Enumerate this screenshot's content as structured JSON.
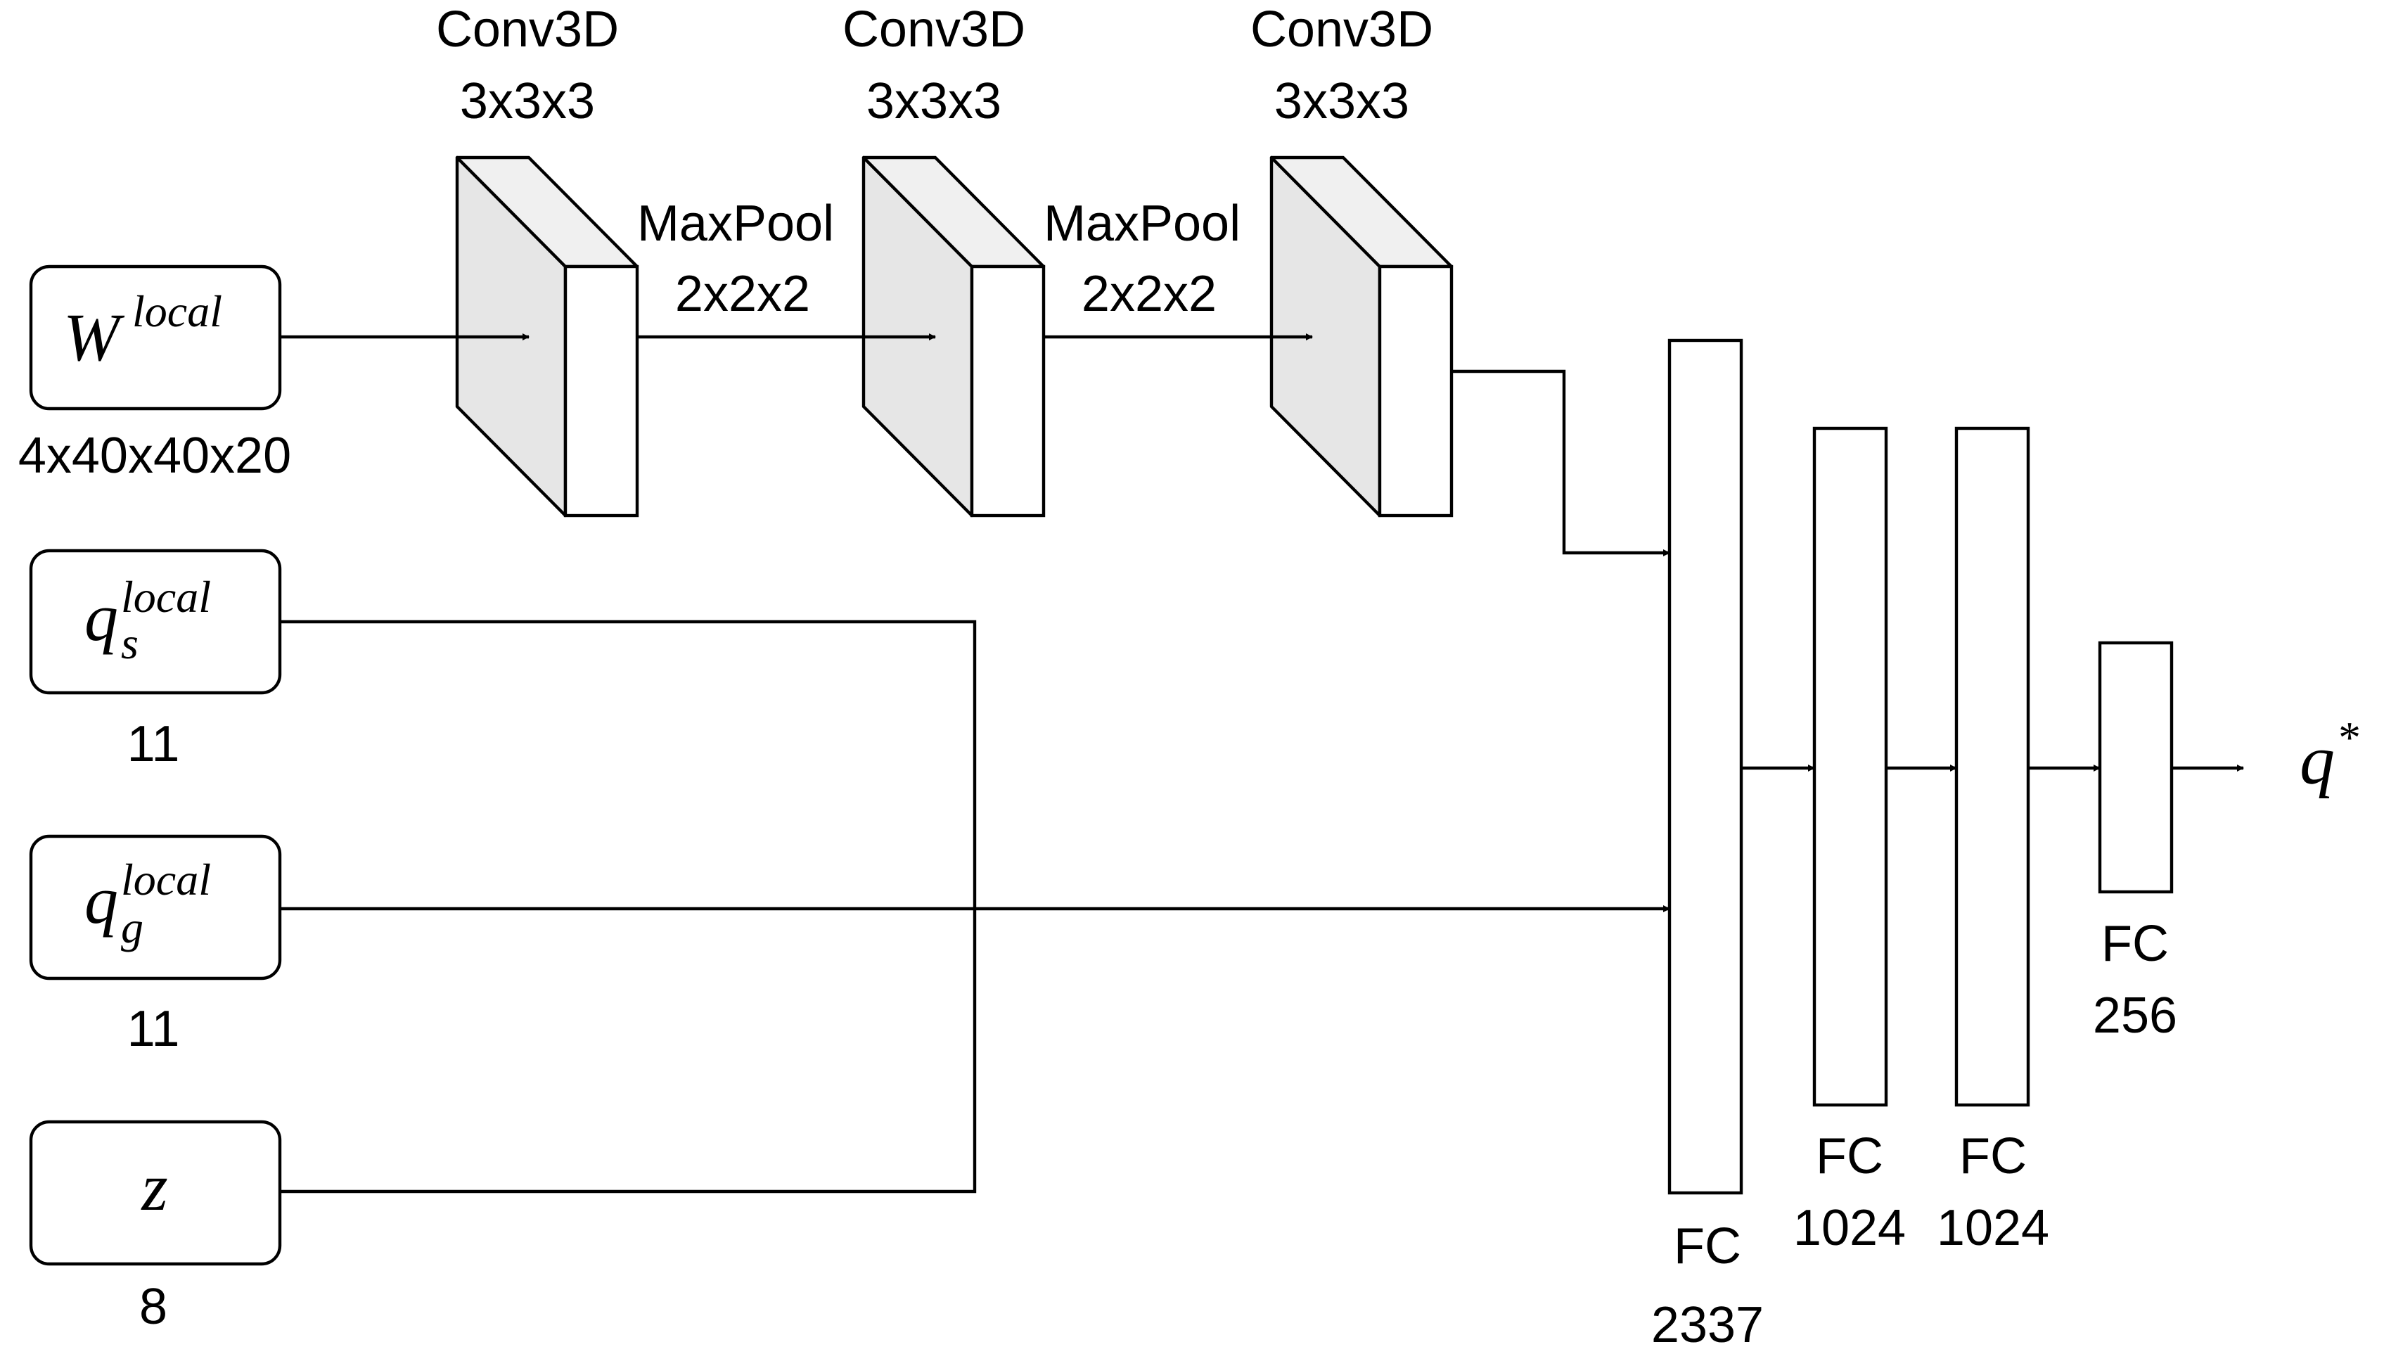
{
  "inputs": [
    {
      "symbol": "W",
      "superscript": "local",
      "subscript": "",
      "size": "4x40x40x20"
    },
    {
      "symbol": "q",
      "superscript": "local",
      "subscript": "s",
      "size": "11"
    },
    {
      "symbol": "q",
      "superscript": "local",
      "subscript": "g",
      "size": "11"
    },
    {
      "symbol": "z",
      "superscript": "",
      "subscript": "",
      "size": "8"
    }
  ],
  "conv_layers": [
    {
      "name": "Conv3D",
      "kernel": "3x3x3"
    },
    {
      "name": "Conv3D",
      "kernel": "3x3x3"
    },
    {
      "name": "Conv3D",
      "kernel": "3x3x3"
    }
  ],
  "pool_layers": [
    {
      "name": "MaxPool",
      "kernel": "2x2x2"
    },
    {
      "name": "MaxPool",
      "kernel": "2x2x2"
    }
  ],
  "fc_layers": [
    {
      "name": "FC",
      "units": "2337"
    },
    {
      "name": "FC",
      "units": "1024"
    },
    {
      "name": "FC",
      "units": "1024"
    },
    {
      "name": "FC",
      "units": "256"
    }
  ],
  "output": {
    "symbol": "q",
    "superscript": "*"
  }
}
